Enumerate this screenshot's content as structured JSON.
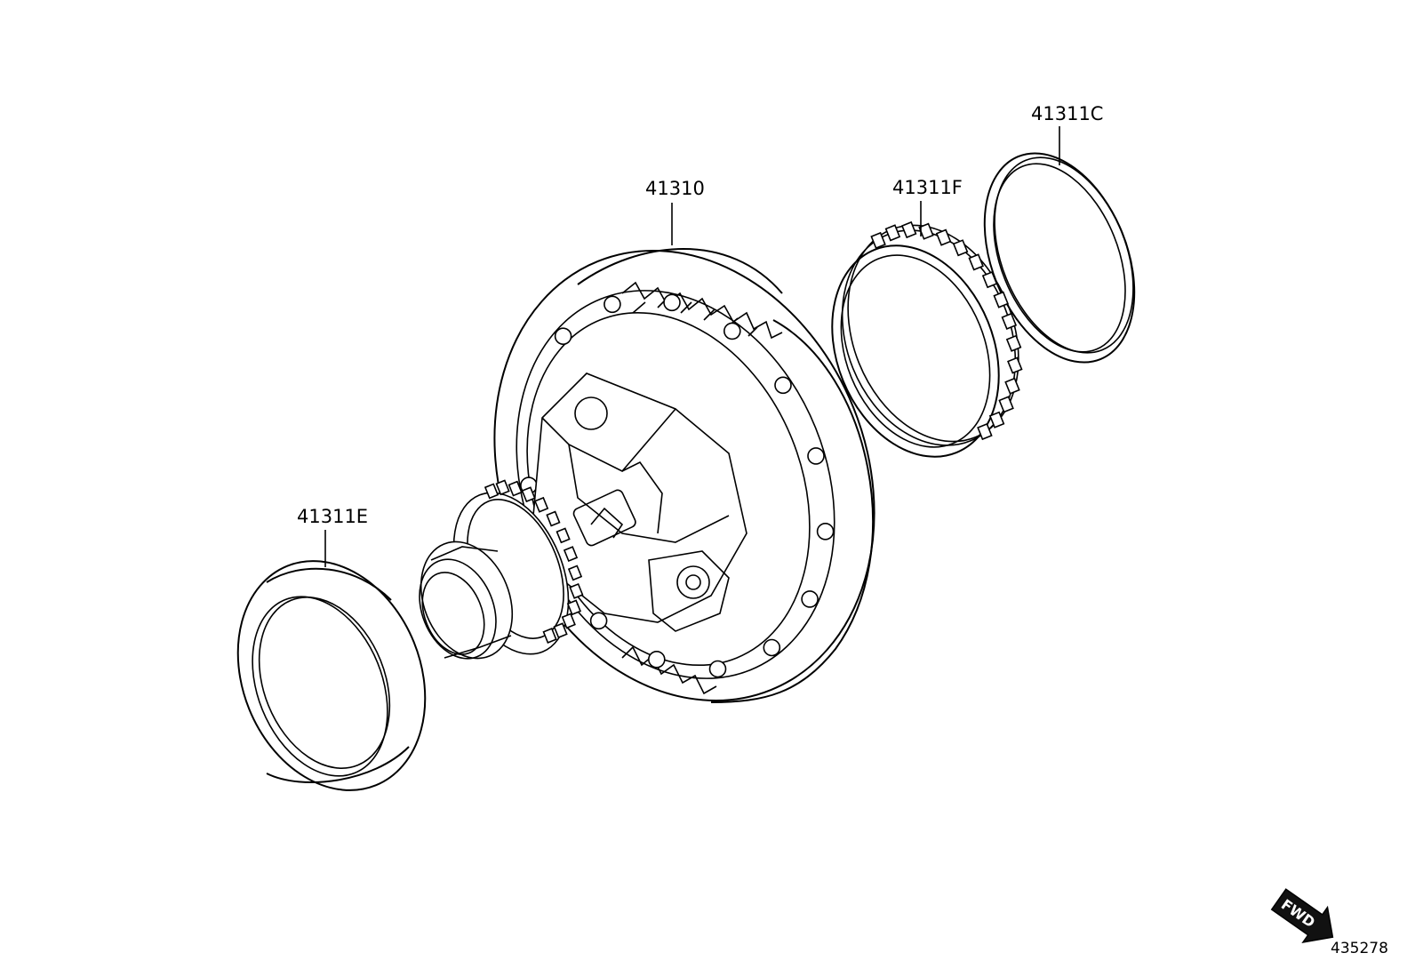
{
  "parts": [
    {
      "id": "41310"
    },
    {
      "id": "41311C"
    },
    {
      "id": "41311F"
    },
    {
      "id": "41311E"
    }
  ],
  "fwd_label": "FWD",
  "diagram_code": "435278"
}
